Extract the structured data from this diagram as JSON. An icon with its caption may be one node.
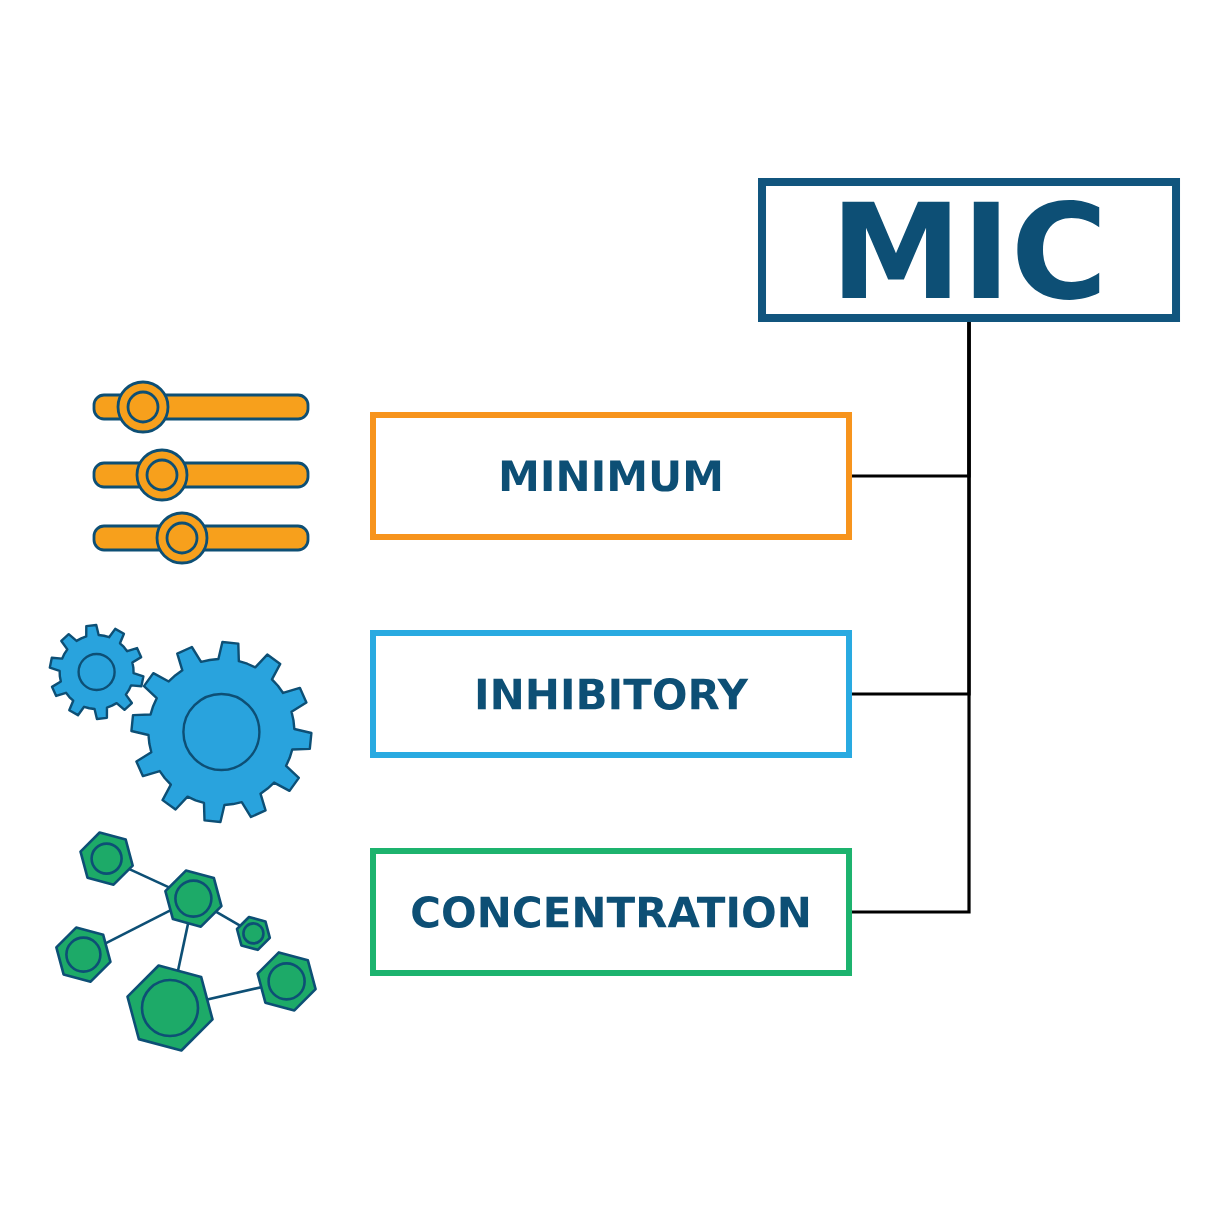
{
  "diagram": {
    "nodes": [
      {
        "text": [
          "MIC"
        ]
      },
      {
        "text": [
          "MINIMUM"
        ]
      },
      {
        "text": [
          "INHIBITORY"
        ]
      },
      {
        "text": [
          "CONCENTRATION"
        ]
      }
    ],
    "edges": [
      {
        "from": 0,
        "to": 1,
        "arrow": "none"
      },
      {
        "from": 0,
        "to": 2,
        "arrow": "none"
      },
      {
        "from": 0,
        "to": 3,
        "arrow": "none"
      }
    ]
  }
}
